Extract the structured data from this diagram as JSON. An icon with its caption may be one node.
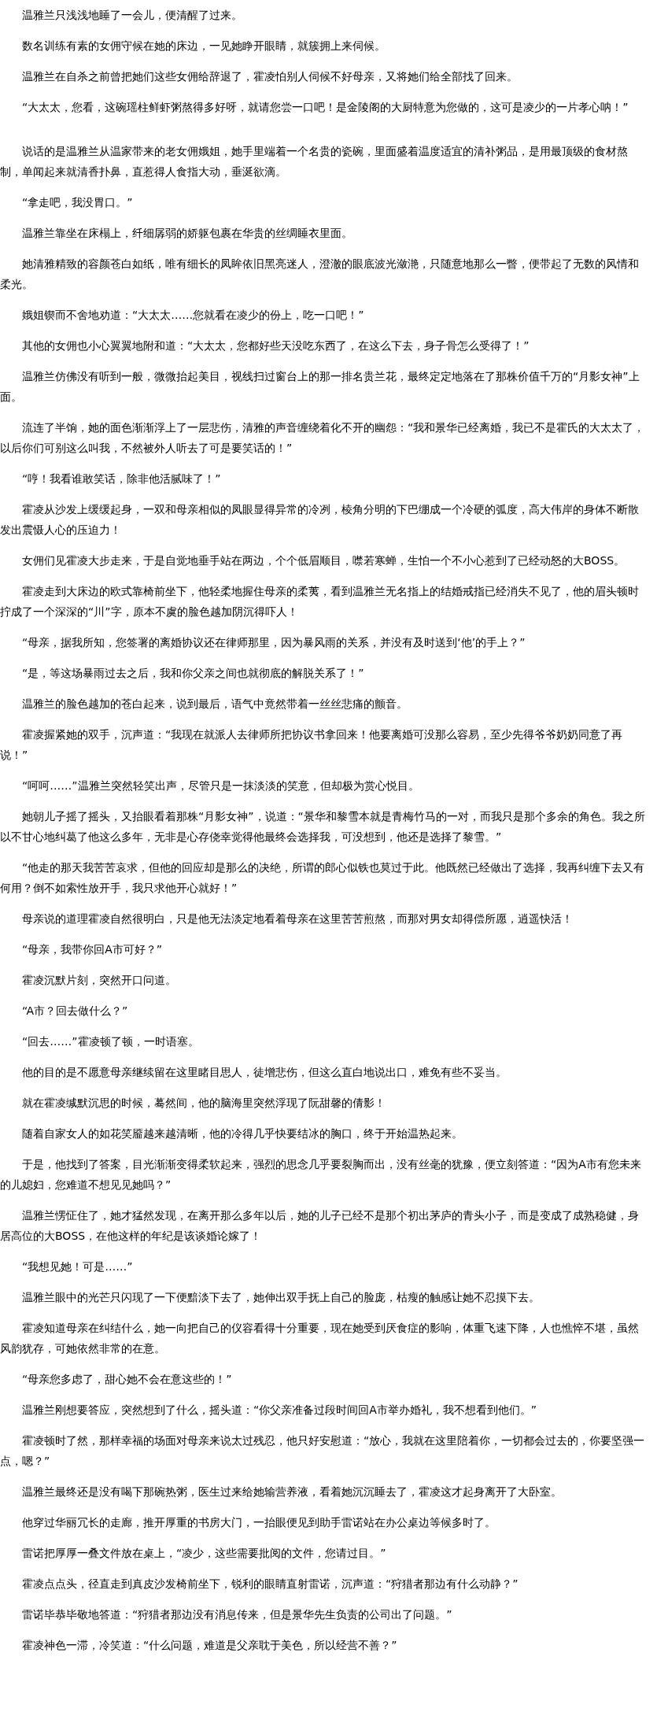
{
  "diagram": {
    "labels": [
      "温雅兰只浅浅地睡了一会儿，便清醒了过来。",
      "数名训练有素的女佣守候在她的床边，一见她睁开眼睛，就簇拥上来伺候。",
      "温雅兰在自杀之前曾把她们这些女佣给辞退了，霍凌怕别人伺候不好母亲，又将她们给全部找了回来。",
      "“大太太，您看，这碗瑶柱鲜虾粥熬得多好呀，就请您尝一口吧！是金陵阁的大厨特意为您做的，这可是凌少的一片孝心呐！”",
      "说话的是温雅兰从温家带来的老女佣娥姐，她手里端着一个名贵的瓷碗，里面盛着温度适宜的清补粥品，是用最顶级的食材熬制，单闻起来就清香扑鼻，直惹得人食指大动，垂涎欲滴。",
      "“拿走吧，我没胃口。”",
      "温雅兰靠坐在床榻上，纤细孱弱的娇躯包裹在华贵的丝绸睡衣里面。",
      "她清雅精致的容颜苍白如纸，唯有细长的凤眸依旧黑亮迷人，澄澈的眼底波光潋滟，只随意地那么一瞥，便带起了无数的风情和柔光。",
      "娥姐锲而不舍地劝道：“大太太……您就看在凌少的份上，吃一口吧！”",
      "其他的女佣也小心翼翼地附和道：“大太太，您都好些天没吃东西了，在这么下去，身子骨怎么受得了！”",
      "温雅兰仿佛没有听到一般，微微抬起美目，视线扫过窗台上的那一排名贵兰花，最终定定地落在了那株价值千万的“月影女神”上面。",
      "流连了半饷，她的面色渐渐浮上了一层悲伤，清雅的声音缠绕着化不开的幽怨：“我和景华已经离婚，我已不是霍氏的大太太了，以后你们可别这么叫我，不然被外人听去了可是要笑话的！”",
      "“哼！我看谁敢笑话，除非他活腻味了！”",
      "霍凌从沙发上缓缓起身，一双和母亲相似的凤眼显得异常的冷冽，棱角分明的下巴绷成一个冷硬的弧度，高大伟岸的身体不断散发出震慑人心的压迫力！",
      "女佣们见霍凌大步走来，于是自觉地垂手站在两边，个个低眉顺目，噤若寒蝉，生怕一个不小心惹到了已经动怒的大BOSS。",
      "霍凌走到大床边的欧式靠椅前坐下，他轻柔地握住母亲的柔荑，看到温雅兰无名指上的结婚戒指已经消失不见了，他的眉头顿时拧成了一个深深的“川”字，原本不虞的脸色越加阴沉得吓人！",
      "“母亲，据我所知，您签署的离婚协议还在律师那里，因为暴风雨的关系，并没有及时送到‘他’的手上？”",
      "“是，等这场暴雨过去之后，我和你父亲之间也就彻底的解脱关系了！”",
      "温雅兰的脸色越加的苍白起来，说到最后，语气中竟然带着一丝丝悲痛的颤音。",
      "霍凌握紧她的双手，沉声道：“我现在就派人去律师所把协议书拿回来！他要离婚可没那么容易，至少先得爷爷奶奶同意了再说！”",
      "“呵呵……”温雅兰突然轻笑出声，尽管只是一抹淡淡的笑意，但却极为赏心悦目。",
      "她朝儿子摇了摇头，又抬眼看着那株“月影女神”，说道：“景华和黎雪本就是青梅竹马的一对，而我只是那个多余的角色。我之所以不甘心地纠葛了他这么多年，无非是心存侥幸觉得他最终会选择我，可没想到，他还是选择了黎雪。”",
      "“他走的那天我苦苦哀求，但他的回应却是那么的决绝，所谓的郎心似铁也莫过于此。他既然已经做出了选择，我再纠缠下去又有何用？倒不如索性放开手，我只求他开心就好！”",
      "母亲说的道理霍凌自然很明白，只是他无法淡定地看着母亲在这里苦苦煎熬，而那对男女却得偿所愿，逍遥快活！",
      "“母亲，我带你回A市可好？”",
      "霍凌沉默片刻，突然开口问道。",
      "“A市？回去做什么？”",
      "“回去……”霍凌顿了顿，一时语塞。",
      "他的目的是不愿意母亲继续留在这里睹目思人，徒增悲伤，但这么直白地说出口，难免有些不妥当。",
      "就在霍凌缄默沉思的时候，蓦然间，他的脑海里突然浮现了阮甜馨的倩影！",
      "随着自家女人的如花笑靥越来越清晰，他的冷得几乎快要结冰的胸口，终于开始温热起来。",
      "于是，他找到了答案，目光渐渐变得柔软起来，强烈的思念几乎要裂胸而出，没有丝毫的犹豫，便立刻答道：“因为A市有您未来的儿媳妇，您难道不想见见她吗？”",
      "温雅兰愣怔住了，她才猛然发现，在离开那么多年以后，她的儿子已经不是那个初出茅庐的青头小子，而是变成了成熟稳健，身居高位的大BOSS，在他这样的年纪是该谈婚论嫁了！",
      "“我想见她！可是……”",
      "温雅兰眼中的光芒只闪现了一下便黯淡下去了，她伸出双手抚上自己的脸庞，枯瘦的触感让她不忍摸下去。",
      "霍凌知道母亲在纠结什么，她一向把自己的仪容看得十分重要，现在她受到厌食症的影响，体重飞速下降，人也憔悴不堪，虽然风韵犹存，可她依然非常的在意。",
      "“母亲您多虑了，甜心她不会在意这些的！”",
      "温雅兰刚想要答应，突然想到了什么，摇头道：“你父亲准备过段时间回A市举办婚礼，我不想看到他们。”",
      "霍凌顿时了然，那样幸福的场面对母亲来说太过残忍，他只好安慰道：“放心，我就在这里陪着你，一切都会过去的，你要坚强一点，嗯？”",
      "温雅兰最终还是没有喝下那碗热粥，医生过来给她输营养液，看着她沉沉睡去了，霍凌这才起身离开了大卧室。",
      "他穿过华丽冗长的走廊，推开厚重的书房大门，一抬眼便见到助手雷诺站在办公桌边等候多时了。",
      "雷诺把厚厚一叠文件放在桌上，“凌少，这些需要批阅的文件，您请过目。”",
      "霍凌点点头，径直走到真皮沙发椅前坐下，锐利的眼睛直射雷诺，沉声道：“狩猎者那边有什么动静？”",
      "雷诺毕恭毕敬地答道：“狩猎者那边没有消息传来，但是景华先生负责的公司出了问题。”",
      "霍凌神色一滞，冷笑道：“什么问题，难道是父亲耽于美色，所以经营不善？”"
    ]
  }
}
